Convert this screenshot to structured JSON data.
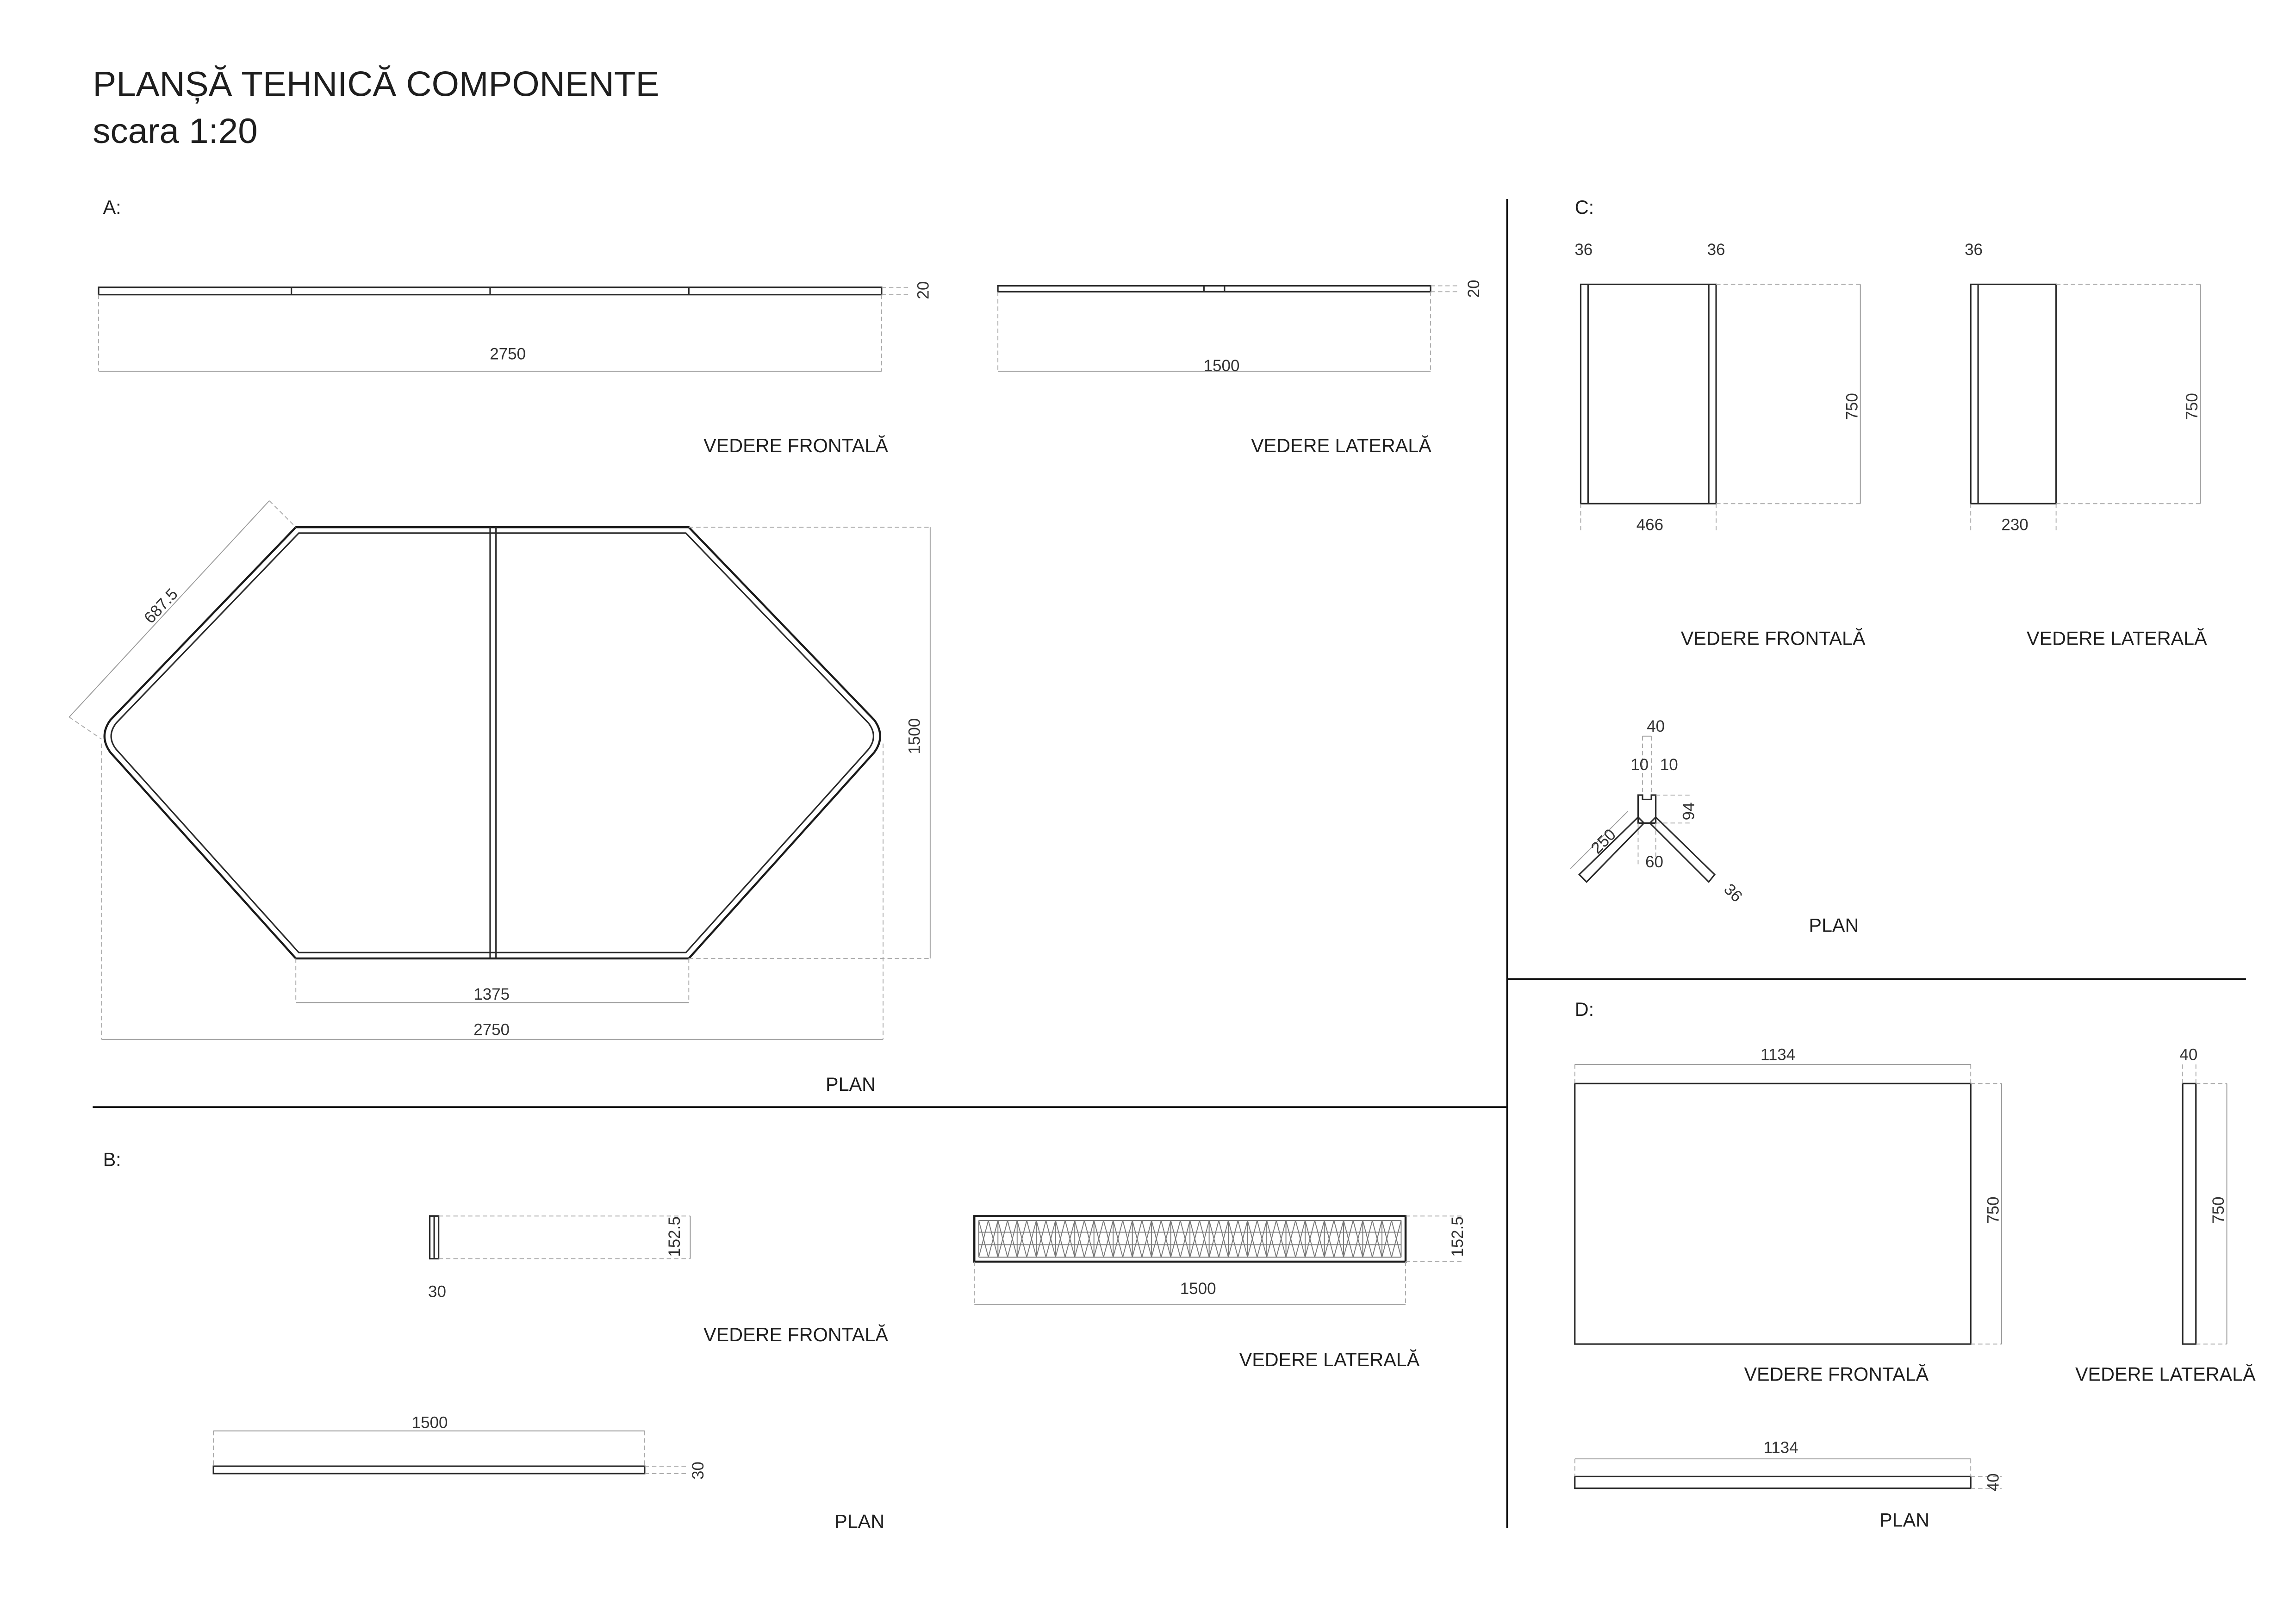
{
  "sheet": {
    "title": "PLANȘĂ TEHNICĂ COMPONENTE",
    "scale": "scara 1:20"
  },
  "A": {
    "label": "A:",
    "front": {
      "view": "VEDERE FRONTALĂ",
      "width": "2750",
      "thickness": "20"
    },
    "side": {
      "view": "VEDERE LATERALĂ",
      "width": "1500",
      "thickness": "20"
    },
    "plan": {
      "view": "PLAN",
      "diagonal": "687.5",
      "depth": "1500",
      "inner": "1375",
      "overall": "2750"
    }
  },
  "B": {
    "label": "B:",
    "front": {
      "view": "VEDERE FRONTALĂ",
      "height": "152.5",
      "width": "30"
    },
    "side": {
      "view": "VEDERE LATERALĂ",
      "height": "152.5",
      "length": "1500",
      "truss_bays": 22
    },
    "plan": {
      "view": "PLAN",
      "length": "1500",
      "width": "30"
    }
  },
  "C": {
    "label": "C:",
    "front": {
      "view": "VEDERE FRONTALĂ",
      "left_t": "36",
      "right_t": "36",
      "height": "750",
      "width": "466"
    },
    "side": {
      "view": "VEDERE LATERALĂ",
      "t": "36",
      "height": "750",
      "width": "230"
    },
    "plan": {
      "view": "PLAN",
      "w40": "40",
      "left10": "10",
      "right10": "10",
      "h94": "94",
      "w60": "60",
      "arm": "250",
      "arm_t": "36"
    }
  },
  "D": {
    "label": "D:",
    "front": {
      "view": "VEDERE FRONTALĂ",
      "width": "1134",
      "height": "750"
    },
    "side": {
      "view": "VEDERE LATERALĂ",
      "t": "40",
      "height": "750"
    },
    "plan": {
      "view": "PLAN",
      "width": "1134",
      "t": "40"
    }
  }
}
